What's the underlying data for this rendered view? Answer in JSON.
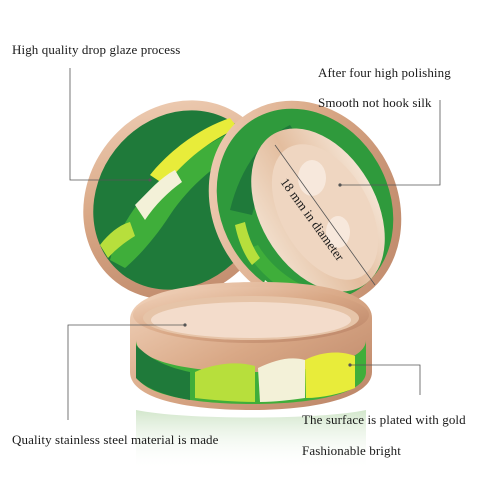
{
  "annotations": {
    "top_left": "High quality drop glaze process",
    "top_right_1": "After four high polishing",
    "top_right_2": "Smooth not hook silk",
    "ring_inner": "18 mm in diameter",
    "bottom_right_1": "The surface is plated with gold",
    "bottom_right_2": "Fashionable bright",
    "bottom_left": "Quality stainless steel material is made"
  },
  "colors": {
    "gold": "#d9ad8a",
    "dark_green": "#1f7a3a",
    "green": "#3fae3a",
    "lime": "#b7df3c",
    "yellow": "#e8ec3a",
    "cream": "#f3f1d8"
  }
}
